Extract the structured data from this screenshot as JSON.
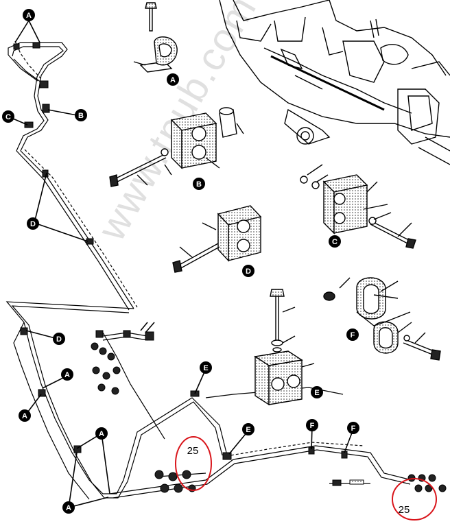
{
  "watermark": "www.tpub.com",
  "callout_labels": {
    "a": "A",
    "b": "B",
    "c": "C",
    "d": "D",
    "e": "E",
    "f": "F"
  },
  "reference_number": "25",
  "highlight_color": "#d9151b",
  "line_color": "#000000"
}
